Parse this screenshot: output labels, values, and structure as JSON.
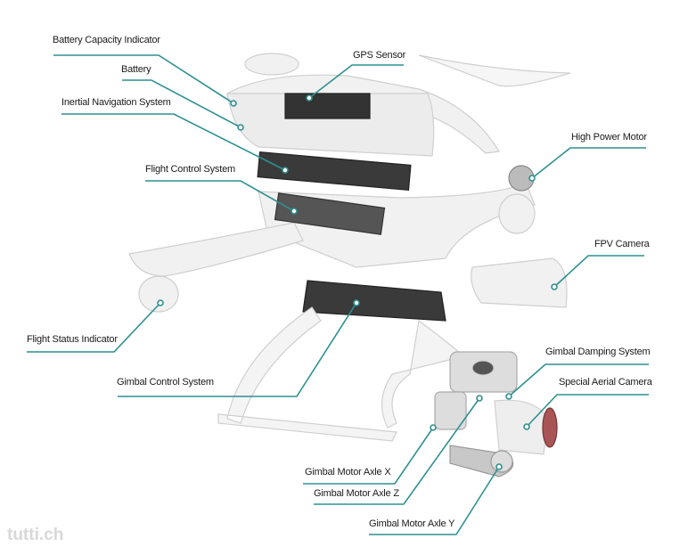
{
  "line_color": "#2f8f90",
  "labels": {
    "battery_capacity_indicator": "Battery Capacity Indicator",
    "battery": "Battery",
    "inertial_navigation_system": "Inertial Navigation System",
    "flight_control_system": "Flight Control System",
    "gps_sensor": "GPS Sensor",
    "high_power_motor": "High Power Motor",
    "fpv_camera": "FPV Camera",
    "flight_status_indicator": "Flight Status Indicator",
    "gimbal_control_system": "Gimbal Control System",
    "gimbal_damping_system": "Gimbal Damping System",
    "special_aerial_camera": "Special Aerial Camera",
    "gimbal_motor_axle_x": "Gimbal Motor Axle X",
    "gimbal_motor_axle_z": "Gimbal Motor Axle Z",
    "gimbal_motor_axle_y": "Gimbal Motor Axle Y"
  },
  "watermark": "tutti.ch"
}
